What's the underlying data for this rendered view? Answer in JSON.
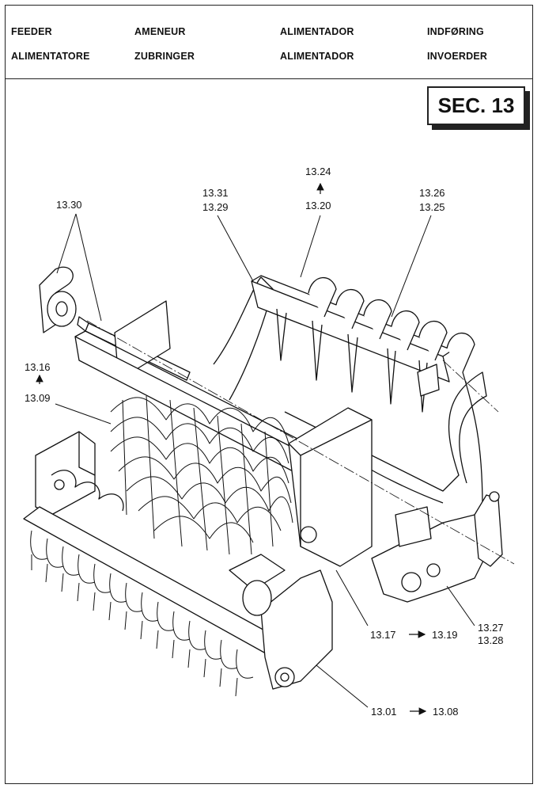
{
  "header": {
    "row1": [
      "FEEDER",
      "AMENEUR",
      "ALIMENTADOR",
      "INDFØRING"
    ],
    "row2": [
      "ALIMENTATORE",
      "ZUBRINGER",
      "ALIMENTADOR",
      "INVOERDER"
    ]
  },
  "section": "SEC. 13",
  "callouts": {
    "c1330": "13.30",
    "c1331": "13.31",
    "c1329": "13.29",
    "c1324": "13.24",
    "c1320": "13.20",
    "c1326": "13.26",
    "c1325": "13.25",
    "c1316": "13.16",
    "c1309": "13.09",
    "c1317": "13.17",
    "c1319": "13.19",
    "c1327": "13.27",
    "c1328": "13.28",
    "c1301": "13.01",
    "c1308": "13.08"
  }
}
